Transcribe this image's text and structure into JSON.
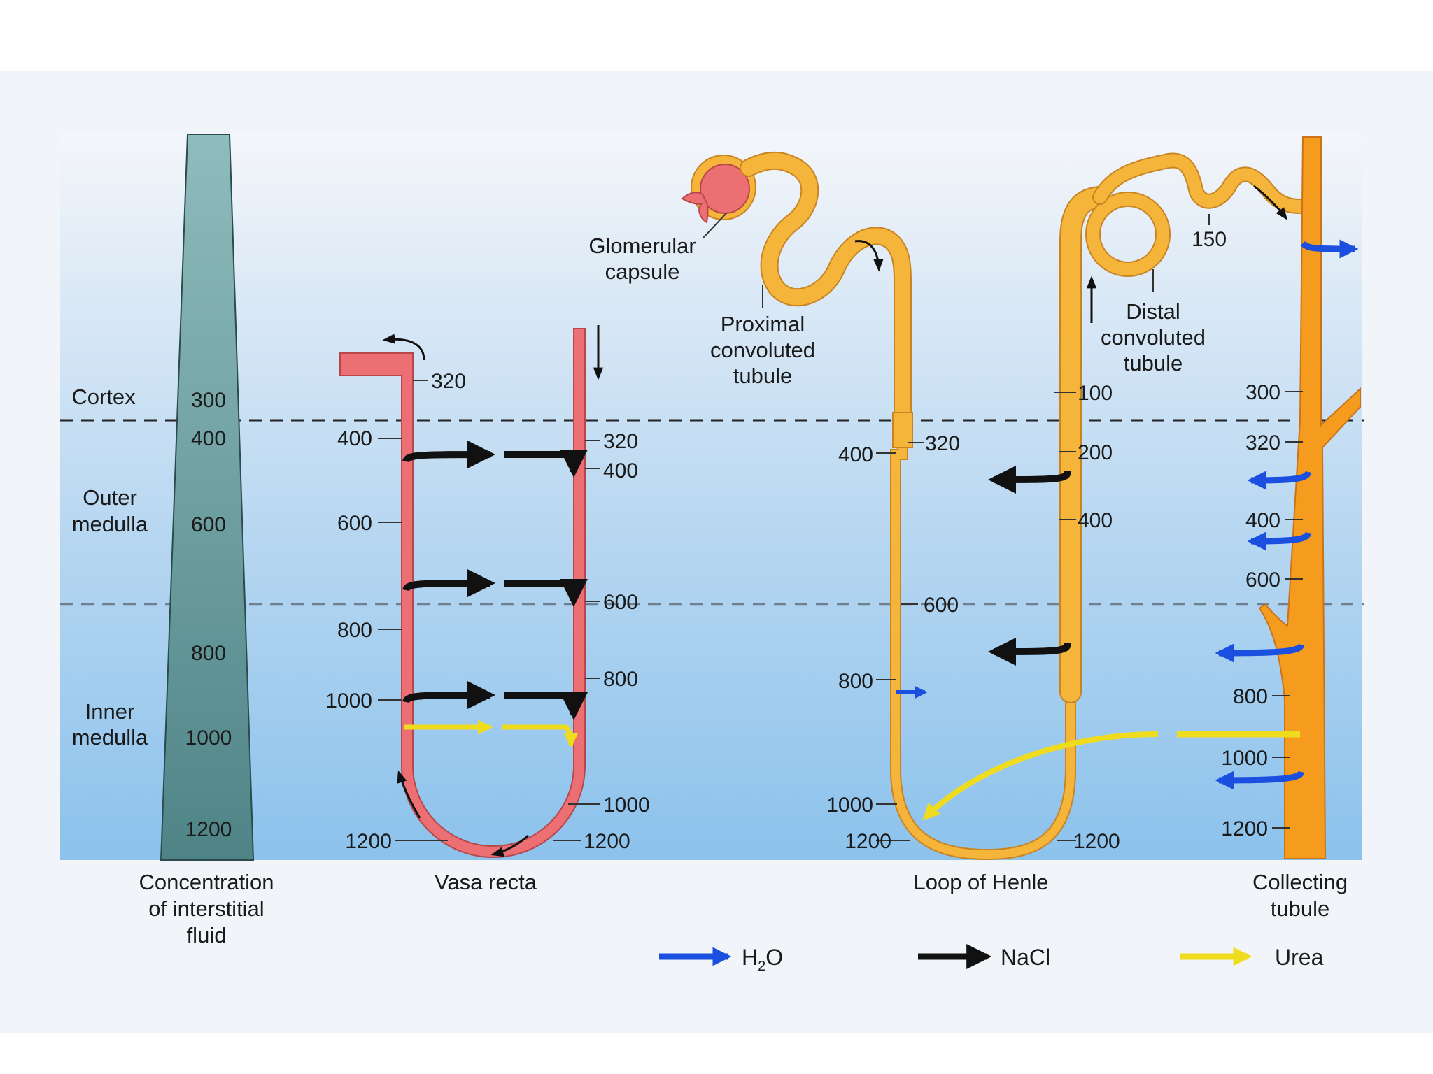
{
  "colors": {
    "background_top": "#f2f5fa",
    "background_bottom": "#8ec3ec",
    "interstitial_column": "#5e9396",
    "vasa_recta": "#ec6f73",
    "loop_tubule": "#f5b43a",
    "collecting_tubule": "#f59c1e",
    "h2o_arrow": "#1b4fe0",
    "nacl_arrow": "#111111",
    "urea_arrow": "#f0dc1e"
  },
  "regions": {
    "cortex": "Cortex",
    "outer_medulla": [
      "Outer",
      "medulla"
    ],
    "inner_medulla": [
      "Inner",
      "medulla"
    ]
  },
  "interstitial": {
    "values": [
      "300",
      "400",
      "600",
      "800",
      "1000",
      "1200"
    ],
    "caption": [
      "Concentration",
      "of interstitial",
      "fluid"
    ]
  },
  "vasa_recta": {
    "caption": "Vasa recta",
    "left_values": [
      "400",
      "600",
      "800",
      "1000",
      "1200"
    ],
    "right_values": [
      "320",
      "400",
      "600",
      "800",
      "1000",
      "1200"
    ],
    "top_value": "320"
  },
  "nephron": {
    "glomerular_capsule": [
      "Glomerular",
      "capsule"
    ],
    "proximal_tubule": [
      "Proximal",
      "convoluted",
      "tubule"
    ],
    "distal_tubule": [
      "Distal",
      "convoluted",
      "tubule"
    ],
    "distal_value": "150",
    "loop_caption": "Loop of Henle",
    "descending_left_values": [
      "400",
      "800",
      "1000",
      "1200"
    ],
    "descending_right_values": [
      "320",
      "600"
    ],
    "ascending_values": [
      "100",
      "200",
      "400",
      "1200"
    ]
  },
  "collecting_tubule": {
    "caption": [
      "Collecting",
      "tubule"
    ],
    "values": [
      "300",
      "320",
      "400",
      "600",
      "800",
      "1000",
      "1200"
    ]
  },
  "legend": {
    "h2o_prefix": "H",
    "h2o_sub": "2",
    "h2o_suffix": "O",
    "nacl": "NaCl",
    "urea": "Urea"
  }
}
